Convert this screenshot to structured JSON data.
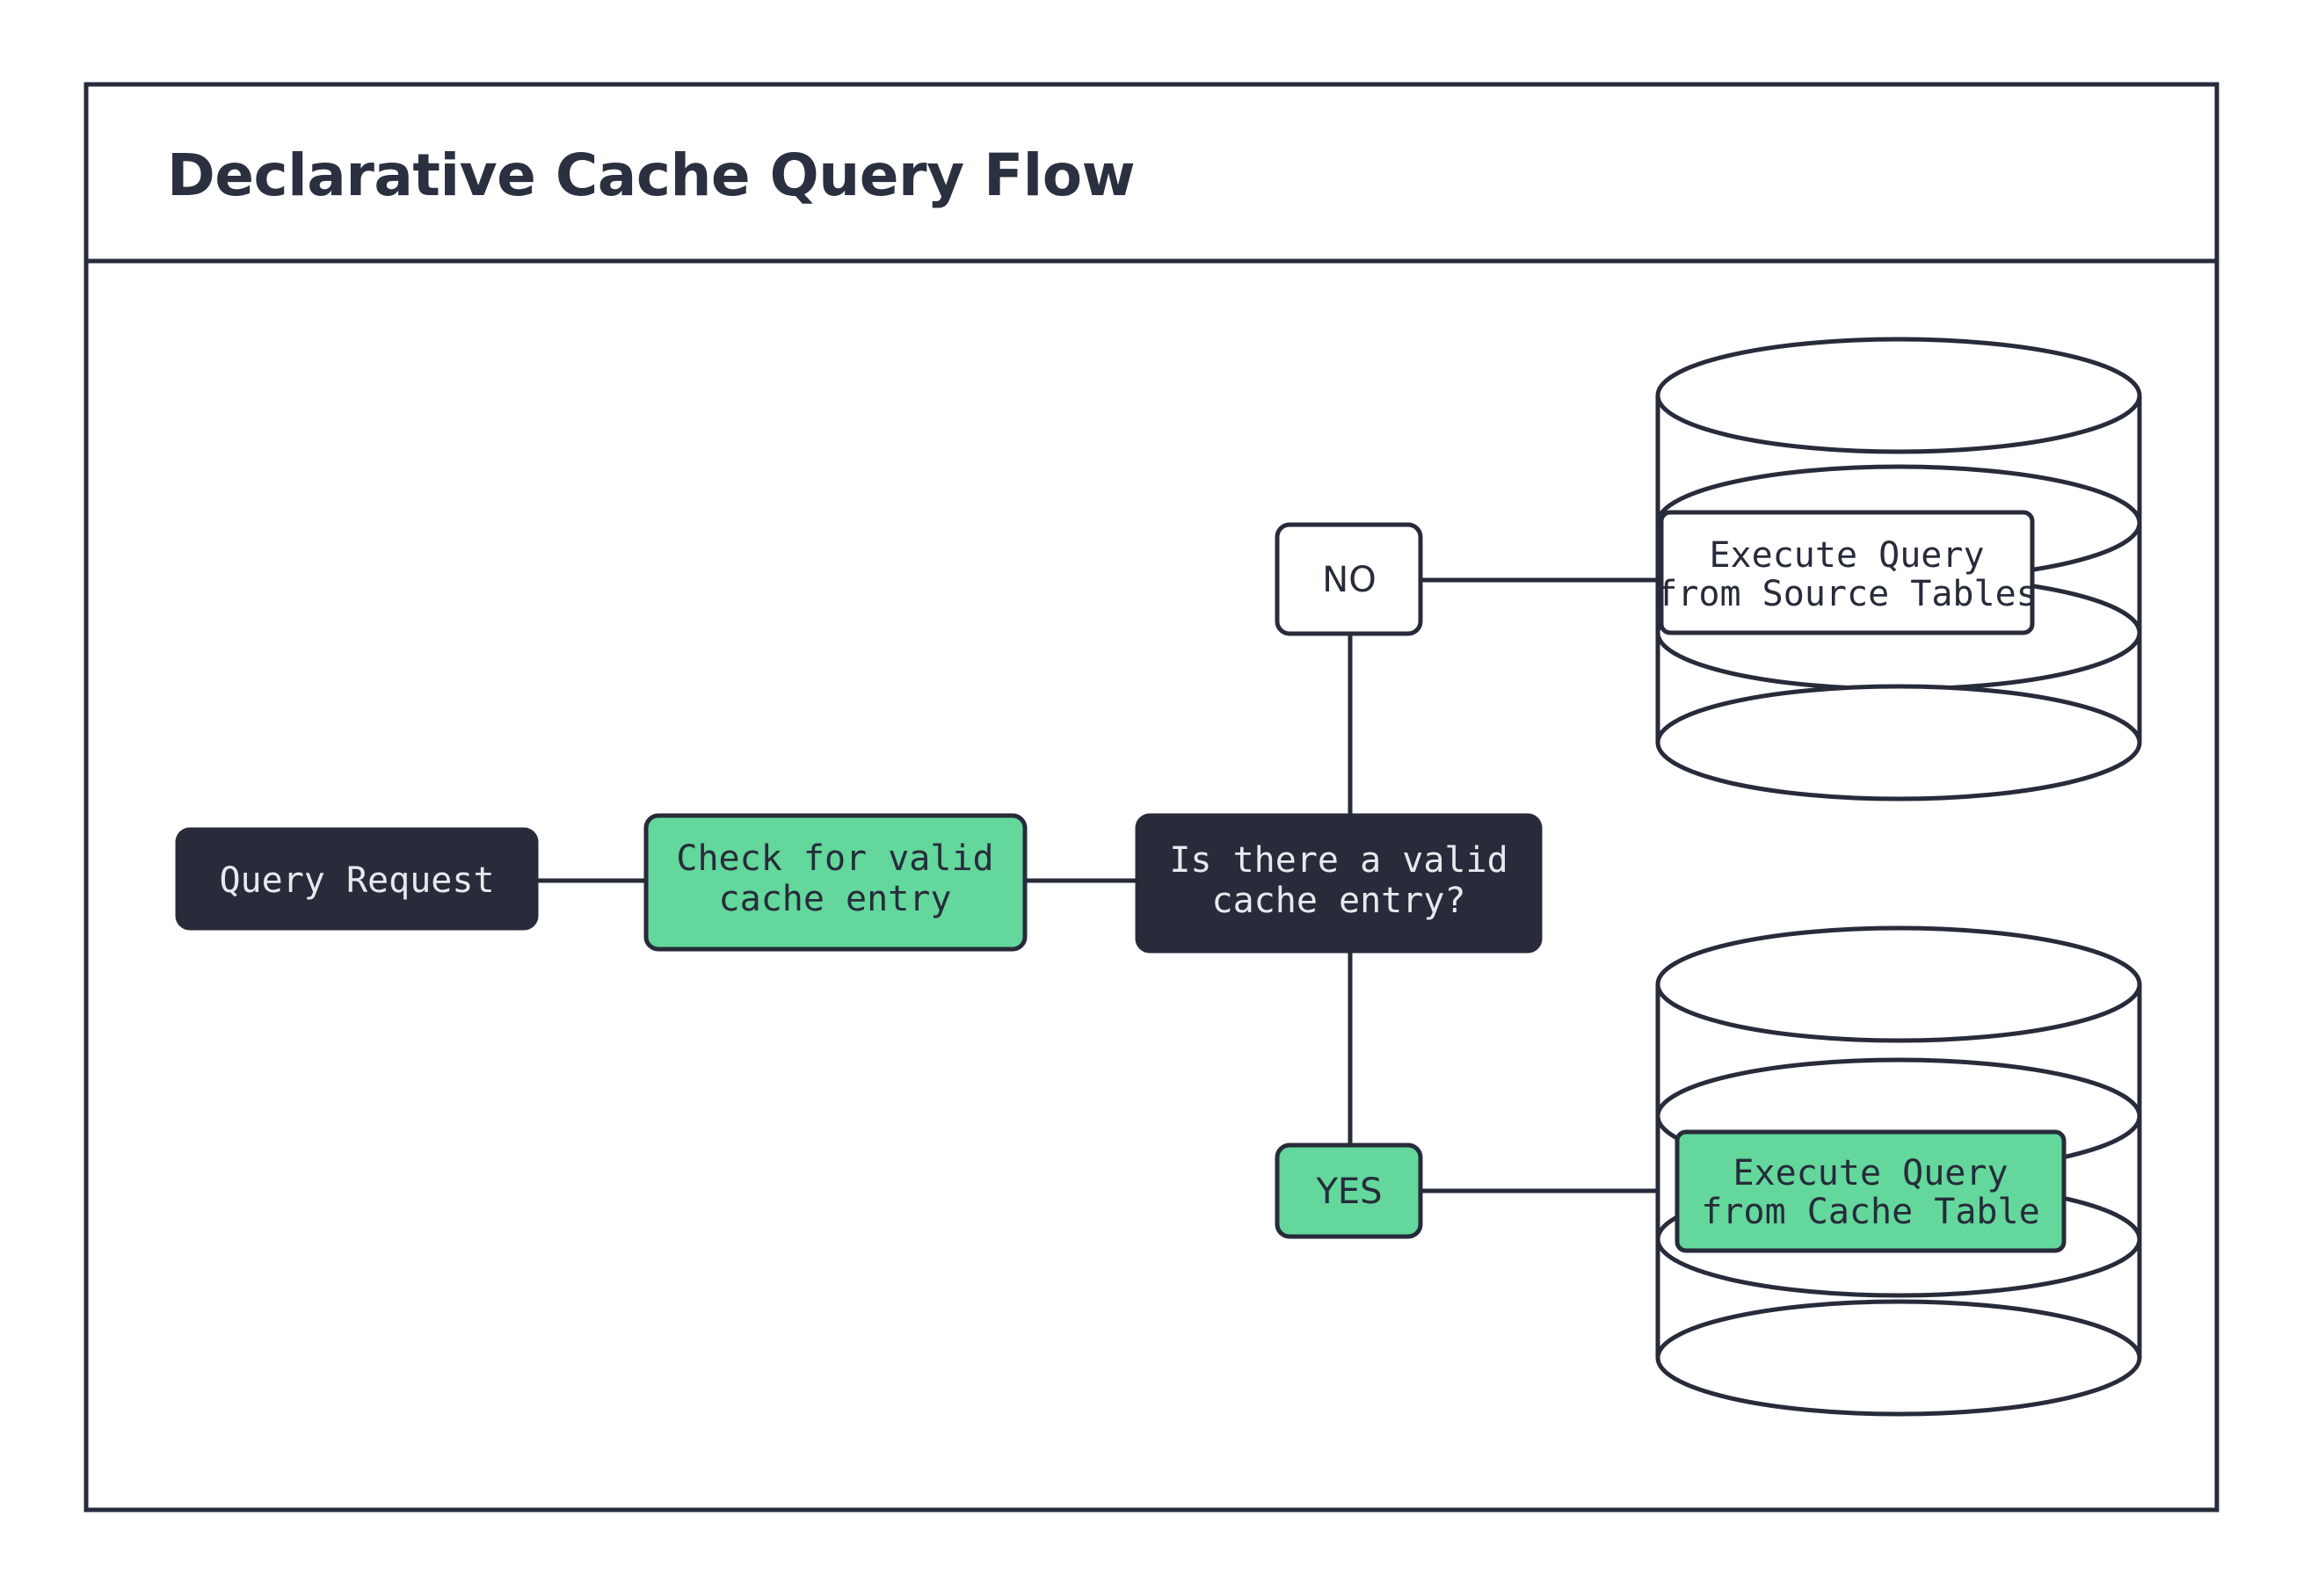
{
  "diagram": {
    "title": "Declarative Cache Query Flow",
    "colors": {
      "dark": "#272b3a",
      "green": "#63d79c",
      "white": "#ffffff",
      "light_text": "#e8e9ed"
    },
    "nodes": {
      "query_request": {
        "label": "Query Request",
        "style": "dark"
      },
      "check_cache": {
        "line1": "Check for valid",
        "line2": "cache entry",
        "style": "green"
      },
      "decision": {
        "line1": "Is there a valid",
        "line2": "cache entry?",
        "style": "dark"
      },
      "source_tables": {
        "line1": "Execute Query",
        "line2": "from Source Tables",
        "style": "white"
      },
      "cache_table": {
        "line1": "Execute Query",
        "line2": "from Cache Table",
        "style": "green"
      }
    },
    "edge_labels": {
      "no": {
        "label": "NO",
        "style": "white"
      },
      "yes": {
        "label": "YES",
        "style": "green"
      }
    },
    "database_shapes": {
      "source_db": "database-cylinder",
      "cache_db": "database-cylinder"
    }
  }
}
